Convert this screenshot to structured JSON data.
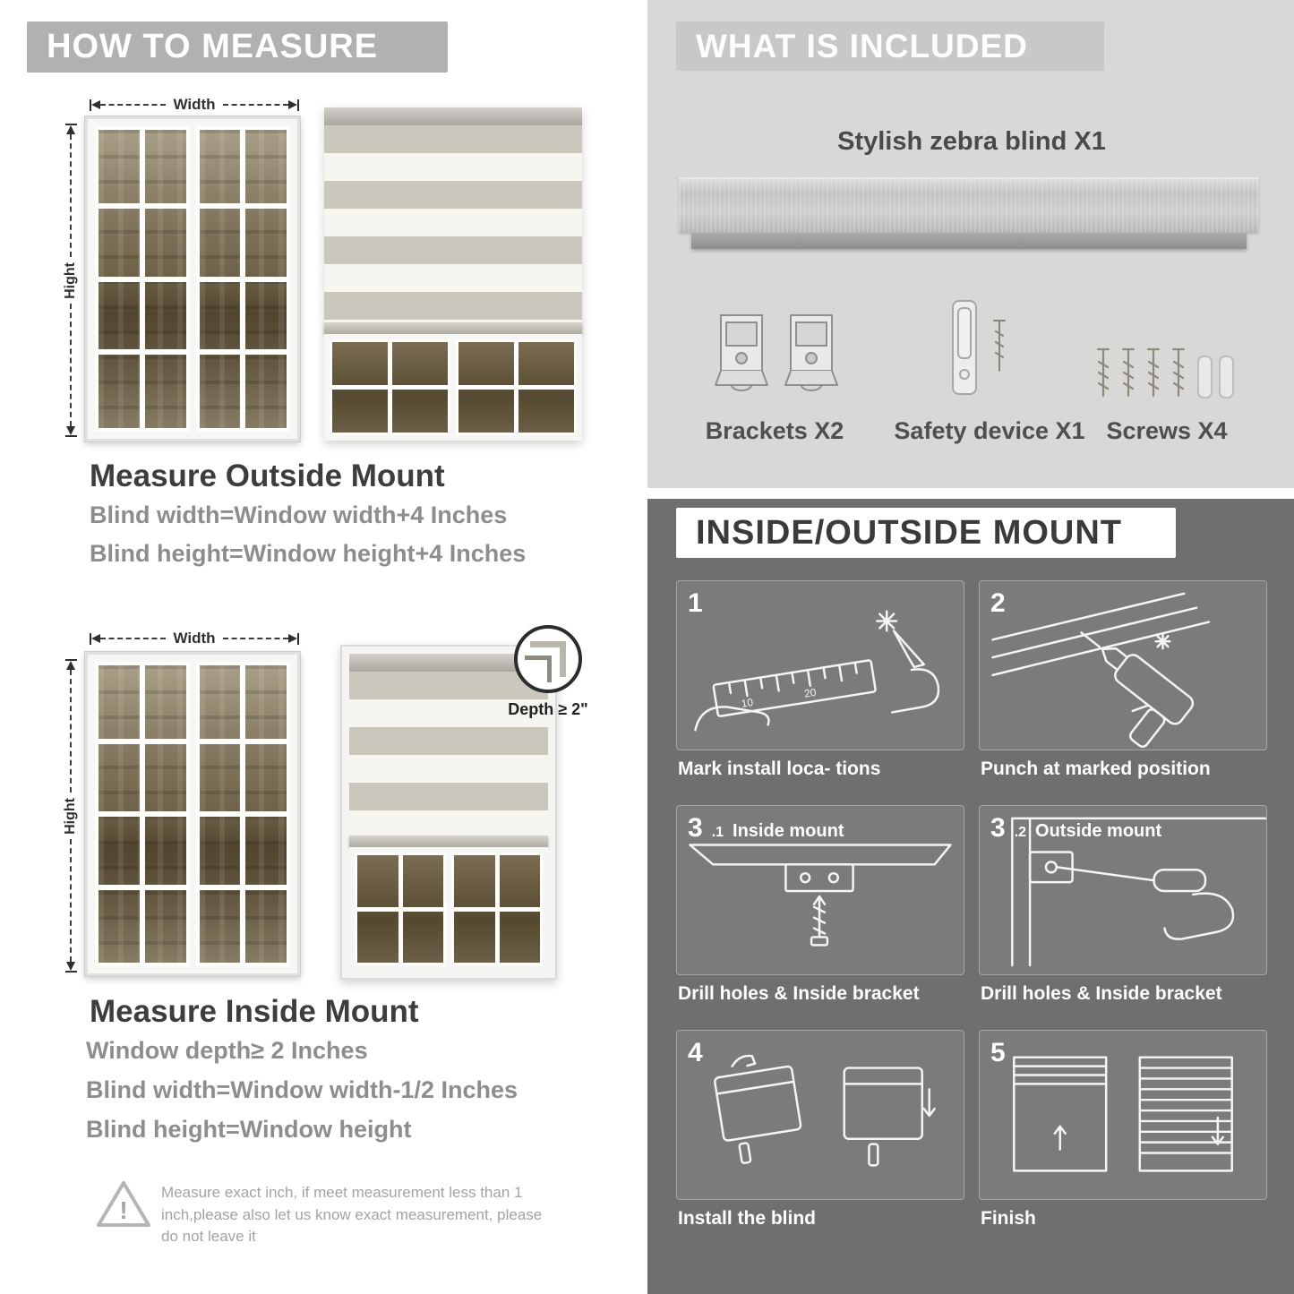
{
  "colors": {
    "left_banner_bg": "#b2b1af",
    "included_panel_bg": "#d8d8d7",
    "included_banner_bg": "#c9c8c6",
    "mount_panel_bg": "#6f6f6f",
    "heading_text": "#3d3d3d",
    "body_text": "#8d8d8d",
    "included_text": "#4f4f4f"
  },
  "how_to_measure": {
    "header": "HOW TO MEASURE",
    "outside": {
      "width_label": "Width",
      "height_label": "Hight",
      "title": "Measure Outside Mount",
      "lines": [
        "Blind width=Window width+4 Inches",
        "Blind height=Window height+4 Inches"
      ]
    },
    "inside": {
      "width_label": "Width",
      "height_label": "Hight",
      "depth_callout": "Depth ≥ 2\"",
      "title": "Measure Inside Mount",
      "lines": [
        "Window depth≥ 2 Inches",
        "Blind width=Window width-1/2 Inches",
        "Blind height=Window height"
      ]
    },
    "warning_note": "Measure exact inch, if meet measurement less than 1 inch,please also let us know exact measurement, please do not leave it"
  },
  "included": {
    "header": "WHAT IS INCLUDED",
    "blind_label": "Stylish zebra blind X1",
    "items": [
      {
        "label": "Brackets X2",
        "icon": "bracket-icon"
      },
      {
        "label": "Safety device X1",
        "icon": "safety-device-icon"
      },
      {
        "label": "Screws X4",
        "icon": "screws-icon"
      }
    ]
  },
  "mount_steps": {
    "header": "INSIDE/OUTSIDE MOUNT",
    "steps": [
      {
        "num": "1",
        "sub": "",
        "title": "",
        "caption": "Mark install loca- tions",
        "icon": "ruler-hand-icon"
      },
      {
        "num": "2",
        "sub": "",
        "title": "",
        "caption": "Punch at  marked position",
        "icon": "drill-icon"
      },
      {
        "num": "3",
        "sub": ".1",
        "title": "Inside mount",
        "caption": "Drill holes &  Inside bracket",
        "icon": "inside-bracket-icon"
      },
      {
        "num": "3",
        "sub": ".2",
        "title": "Outside mount",
        "caption": "Drill holes &  Inside bracket",
        "icon": "outside-bracket-icon"
      },
      {
        "num": "4",
        "sub": "",
        "title": "",
        "caption": "Install the blind",
        "icon": "install-blind-icon"
      },
      {
        "num": "5",
        "sub": "",
        "title": "",
        "caption": "Finish",
        "icon": "finish-icon"
      }
    ]
  }
}
